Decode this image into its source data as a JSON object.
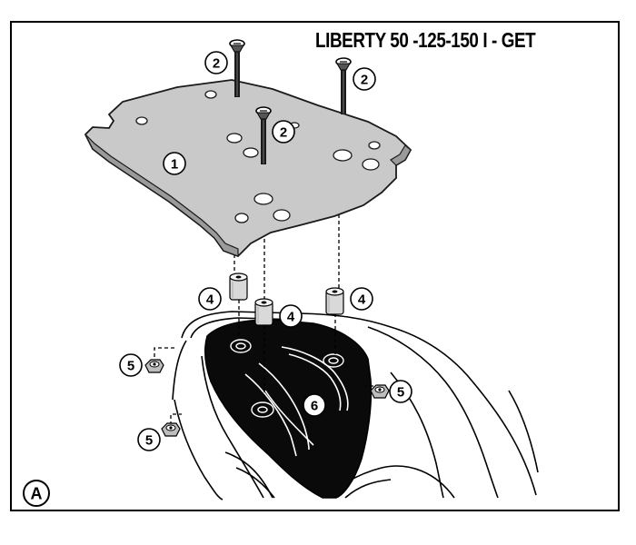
{
  "title": "LIBERTY 50 -125-150 I - GET",
  "view_label": "A",
  "callouts": {
    "plate": "1",
    "screw_a": "2",
    "screw_b": "2",
    "screw_c": "2",
    "spacer_a": "4",
    "spacer_b": "4",
    "spacer_c": "4",
    "nut_a": "5",
    "nut_b": "5",
    "nut_c": "5",
    "seat_frame": "6"
  },
  "colors": {
    "plate": "#c9c9c9",
    "plate_edge": "#1a1a1a",
    "seat_area": "#0a0a0a",
    "spacer": "#d9d9d9",
    "line": "#000000"
  }
}
